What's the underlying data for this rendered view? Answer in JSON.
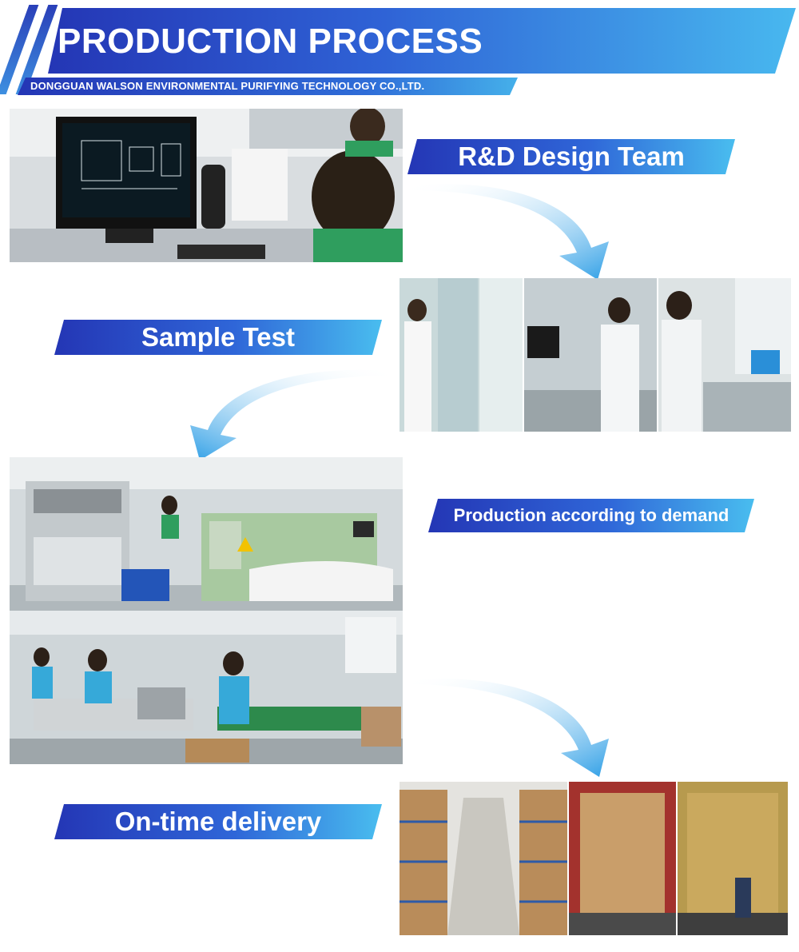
{
  "header": {
    "title": "PRODUCTION PROCESS",
    "subtitle": "DONGGUAN WALSON ENVIRONMENTAL PURIFYING TECHNOLOGY CO.,LTD."
  },
  "steps": [
    {
      "label": "R&D Design Team"
    },
    {
      "label": "Sample Test"
    },
    {
      "label": "Production according to demand"
    },
    {
      "label": "On-time delivery"
    }
  ],
  "colors": {
    "brand_dark": "#2436b5",
    "brand_mid": "#2f66d8",
    "brand_light": "#49bdef",
    "arrow": "#3aa8e8"
  }
}
